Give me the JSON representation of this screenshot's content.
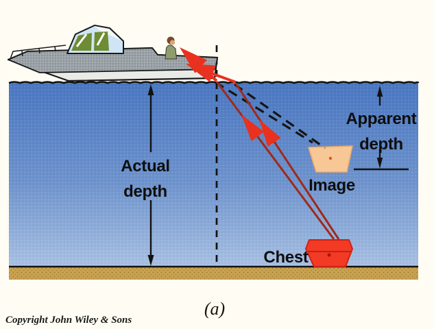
{
  "figure": {
    "caption": "(a)",
    "copyright": "Copyright John Wiley & Sons",
    "labels": {
      "actual_depth": {
        "line1": "Actual",
        "line2": "depth"
      },
      "apparent_depth": {
        "line1": "Apparent",
        "line2": "depth"
      },
      "image": "Image",
      "chest": "Chest"
    },
    "icons": {
      "boat": "motorboat-side-view",
      "observer": "person-sitting-at-stern",
      "treasure_chest": "red-chest-on-seabed",
      "image_chest": "pale-virtual-image-of-chest",
      "light_rays": "red-rays-bending-at-surface",
      "sight_lines": "black-dashed-lines-to-image",
      "normal": "vertical-dashed-line"
    },
    "colors": {
      "background": "#fffdf3",
      "water_top": "#4a77c1",
      "water_bottom": "#a9c1e3",
      "sand": "#c9a351",
      "chest_red": "#f23a24",
      "image_chest": "#f7c795",
      "ray_bright_red": "#e8321f",
      "ray_dark_red": "#9e2a1a",
      "ink": "#111111",
      "boat_gray": "#9ba3a8",
      "glass_green": "#6d8c33"
    }
  }
}
